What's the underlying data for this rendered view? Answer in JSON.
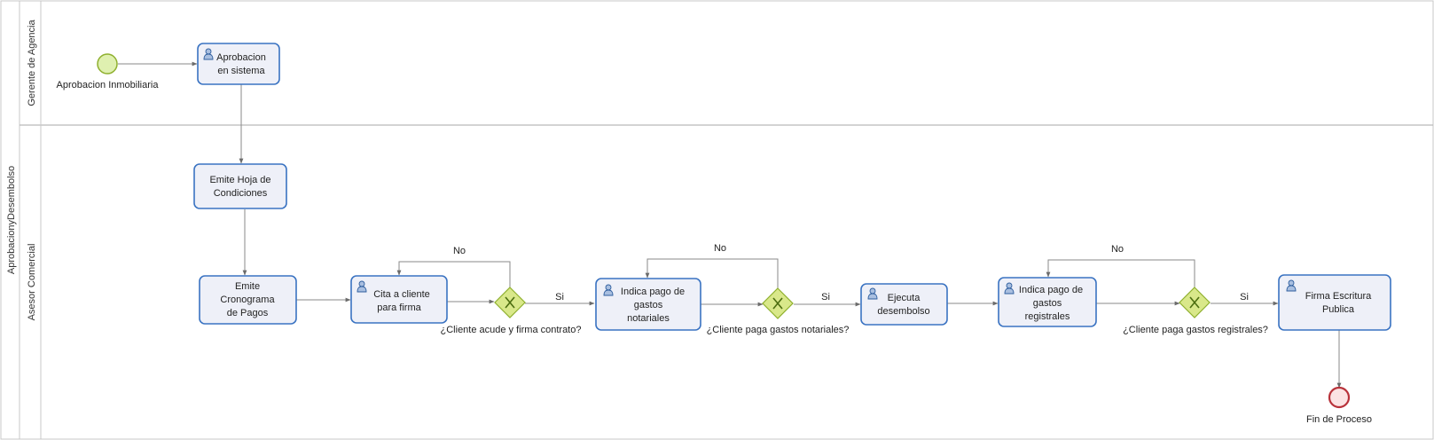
{
  "pool": {
    "name": "AprobacionyDesembolso"
  },
  "lanes": [
    {
      "id": "gerente",
      "name": "Gerente de Agencia"
    },
    {
      "id": "asesor",
      "name": "Asesor Comercial"
    }
  ],
  "events": {
    "start": {
      "label": "Aprobacion Inmobiliaria"
    },
    "end": {
      "label": "Fin de Proceso"
    }
  },
  "tasks": {
    "aprobacion_sistema": {
      "lines": [
        "Aprobacion",
        "en sistema"
      ],
      "icon": "user-icon"
    },
    "hoja_condiciones": {
      "lines": [
        "Emite Hoja de",
        "Condiciones"
      ],
      "icon": ""
    },
    "cronograma": {
      "lines": [
        "Emite",
        "Cronograma",
        "de Pagos"
      ],
      "icon": ""
    },
    "cita_cliente": {
      "lines": [
        "Cita a cliente",
        "para firma"
      ],
      "icon": "user-icon"
    },
    "gastos_notariales": {
      "lines": [
        "Indica pago de",
        "gastos",
        "notariales"
      ],
      "icon": "user-icon"
    },
    "ejecuta_desembolso": {
      "lines": [
        "Ejecuta",
        "desembolso"
      ],
      "icon": "user-icon"
    },
    "gastos_registrales": {
      "lines": [
        "Indica pago de",
        "gastos",
        "registrales"
      ],
      "icon": "user-icon"
    },
    "firma_escritura": {
      "lines": [
        "Firma Escritura",
        "Publica"
      ],
      "icon": "user-icon"
    }
  },
  "gateways": {
    "g1": {
      "question": "¿Cliente acude y firma contrato?",
      "yes": "Si",
      "no": "No"
    },
    "g2": {
      "question": "¿Cliente paga gastos notariales?",
      "yes": "Si",
      "no": "No"
    },
    "g3": {
      "question": "¿Cliente paga gastos registrales?",
      "yes": "Si",
      "no": "No"
    }
  },
  "colors": {
    "task_fill": "#eef0f8",
    "task_stroke": "#3a73c2",
    "gateway_fill": "#d9e88a",
    "start_fill": "#dff0b0",
    "end_stroke": "#b8323a"
  }
}
